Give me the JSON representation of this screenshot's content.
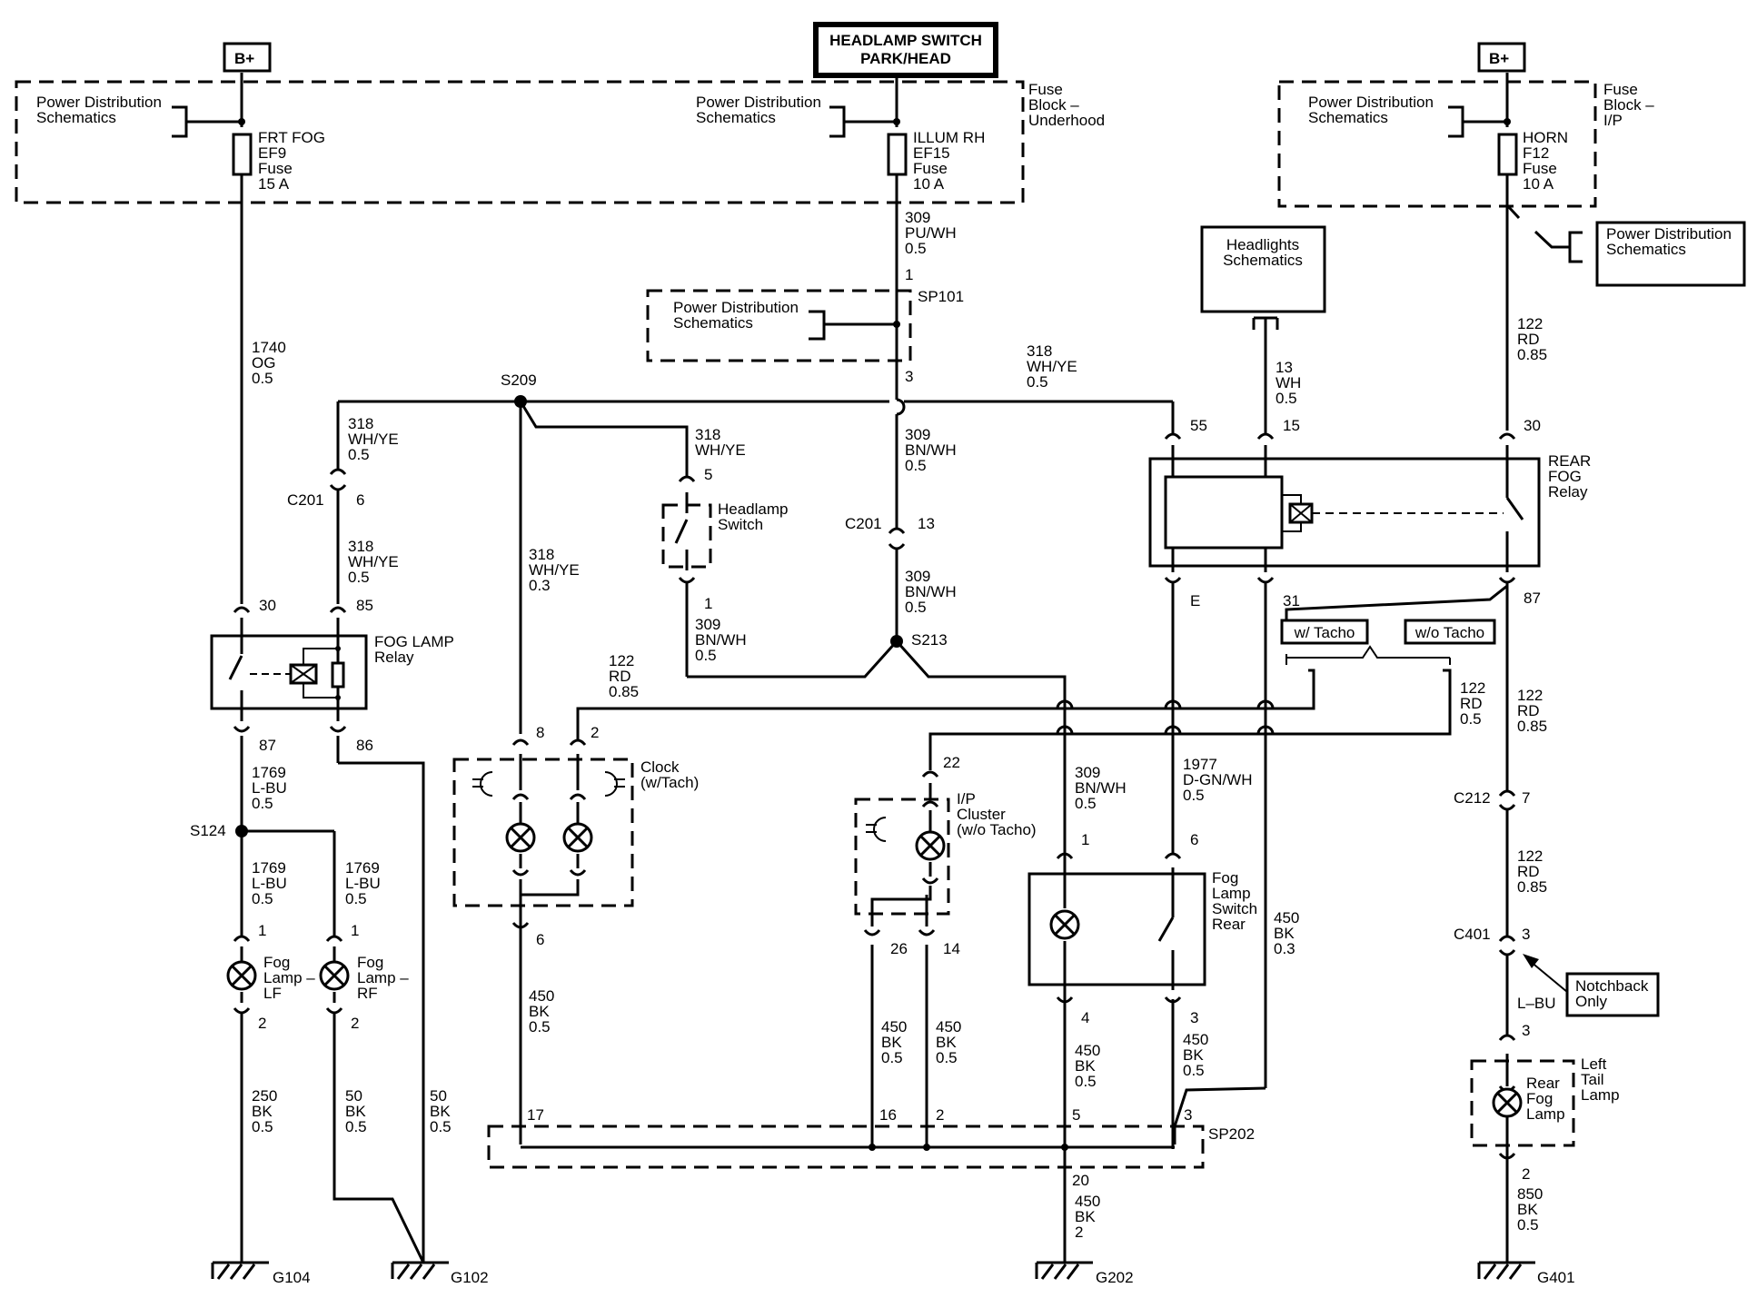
{
  "top": {
    "bplus_left": "B+",
    "bplus_right": "B+",
    "headlamp_switch_box": [
      "HEADLAMP SWITCH",
      "PARK/HEAD"
    ]
  },
  "fuse_blocks": {
    "underhood_label": [
      "Fuse",
      "Block –",
      "Underhood"
    ],
    "ip_label": [
      "Fuse",
      "Block –",
      "I/P"
    ]
  },
  "power_dist_refs": {
    "left": [
      "Power Distribution",
      "Schematics"
    ],
    "center": [
      "Power Distribution",
      "Schematics"
    ],
    "splice_box": [
      "Power Distribution",
      "Schematics"
    ],
    "right_inside": [
      "Power Distribution",
      "Schematics"
    ],
    "right_outside": [
      "Power Distribution",
      "Schematics"
    ]
  },
  "fuses": {
    "frt_fog": [
      "FRT FOG",
      "EF9",
      "Fuse",
      "15 A"
    ],
    "illum_rh": [
      "ILLUM RH",
      "EF15",
      "Fuse",
      "10 A"
    ],
    "horn": [
      "HORN",
      "F12",
      "Fuse",
      "10 A"
    ]
  },
  "headlights_schematics": [
    "Headlights",
    "Schematics"
  ],
  "wires": {
    "w309_top": [
      "309",
      "PU/WH",
      "0.5"
    ],
    "w1740": [
      "1740",
      "OG",
      "0.5"
    ],
    "w318_top": [
      "318",
      "WH/YE",
      "0.5"
    ],
    "w318_left1": [
      "318",
      "WH/YE",
      "0.5"
    ],
    "w318_left2": [
      "318",
      "WH/YE",
      "0.5"
    ],
    "w318_hs": [
      "318",
      "WH/YE"
    ],
    "w318_clock": [
      "318",
      "WH/YE",
      "0.3"
    ],
    "w309_bn1": [
      "309",
      "BN/WH",
      "0.5"
    ],
    "w309_bn2": [
      "309",
      "BN/WH",
      "0.5"
    ],
    "w309_bn3": [
      "309",
      "BN/WH",
      "0.5"
    ],
    "w309_bn4": [
      "309",
      "BN/WH",
      "0.5"
    ],
    "w122_rd_mid": [
      "122",
      "RD",
      "0.85"
    ],
    "w13": [
      "13",
      "WH",
      "0.5"
    ],
    "w122_right1": [
      "122",
      "RD",
      "0.85"
    ],
    "w122_tacho": [
      "122",
      "RD",
      "0.5"
    ],
    "w122_right2": [
      "122",
      "RD",
      "0.85"
    ],
    "w122_right3": [
      "122",
      "RD",
      "0.85"
    ],
    "w1769_a": [
      "1769",
      "L-BU",
      "0.5"
    ],
    "w1769_b": [
      "1769",
      "L-BU",
      "0.5"
    ],
    "w1769_c": [
      "1769",
      "L-BU",
      "0.5"
    ],
    "w1977": [
      "1977",
      "D-GN/WH",
      "0.5"
    ],
    "w450_clock": [
      "450",
      "BK",
      "0.5"
    ],
    "w450_a": [
      "450",
      "BK",
      "0.5"
    ],
    "w450_b": [
      "450",
      "BK",
      "0.5"
    ],
    "w450_c": [
      "450",
      "BK",
      "0.5"
    ],
    "w450_d": [
      "450",
      "BK",
      "0.5"
    ],
    "w450_relay": [
      "450",
      "BK",
      "0.3"
    ],
    "w450_g202": [
      "450",
      "BK",
      "2"
    ],
    "w250": [
      "250",
      "BK",
      "0.5"
    ],
    "w50_a": [
      "50",
      "BK",
      "0.5"
    ],
    "w50_b": [
      "50",
      "BK",
      "0.5"
    ],
    "w_lbu": [
      "L–BU"
    ],
    "w850": [
      "850",
      "BK",
      "0.5"
    ]
  },
  "components": {
    "fog_relay": [
      "FOG LAMP",
      "Relay"
    ],
    "rear_fog_relay": [
      "REAR",
      "FOG",
      "Relay"
    ],
    "headlamp_switch": [
      "Headlamp",
      "Switch"
    ],
    "clock": [
      "Clock",
      "(w/Tach)"
    ],
    "ip_cluster": [
      "I/P",
      "Cluster",
      "(w/o Tacho)"
    ],
    "fog_switch_rear": [
      "Fog",
      "Lamp",
      "Switch",
      "Rear"
    ],
    "fog_lamp_lf": [
      "Fog",
      "Lamp –",
      "LF"
    ],
    "fog_lamp_rf": [
      "Fog",
      "Lamp –",
      "RF"
    ],
    "rear_fog_lamp": [
      "Rear",
      "Fog",
      "Lamp"
    ],
    "left_tail_lamp": [
      "Left",
      "Tail",
      "Lamp"
    ],
    "w_tacho": "w/ Tacho",
    "wo_tacho": "w/o Tacho",
    "notchback": [
      "Notchback",
      "Only"
    ]
  },
  "connectors": {
    "sp101": "SP101",
    "s209": "S209",
    "s213": "S213",
    "s124": "S124",
    "sp202": "SP202",
    "c201_a": "C201",
    "c201_b": "C201",
    "c212": "C212",
    "c401": "C401"
  },
  "pins": {
    "p1_sp101": "1",
    "p3_sp101": "3",
    "p6_c201": "6",
    "p13_c201": "13",
    "p30_fog": "30",
    "p85_fog": "85",
    "p87_fog": "87",
    "p86_fog": "86",
    "p5_hs": "5",
    "p1_hs": "1",
    "p55": "55",
    "p15": "15",
    "p30_rear": "30",
    "pE": "E",
    "p31": "31",
    "p87_rear": "87",
    "p8_clock": "8",
    "p2_clock": "2",
    "p6_clock": "6",
    "p22_ip": "22",
    "p26_ip": "26",
    "p14_ip": "14",
    "p1_fsr": "1",
    "p6_fsr": "6",
    "p4_fsr": "4",
    "p3_fsr": "3",
    "p1_lf": "1",
    "p2_lf": "2",
    "p1_rf": "1",
    "p2_rf": "2",
    "p7_c212": "7",
    "p3_c401": "3",
    "p3_lamp": "3",
    "p2_lamp": "2",
    "p17": "17",
    "p16": "16",
    "p2_sp": "2",
    "p5_sp": "5",
    "p3_sp": "3",
    "p20_sp": "20"
  },
  "grounds": {
    "g104": "G104",
    "g102": "G102",
    "g202": "G202",
    "g401": "G401"
  }
}
